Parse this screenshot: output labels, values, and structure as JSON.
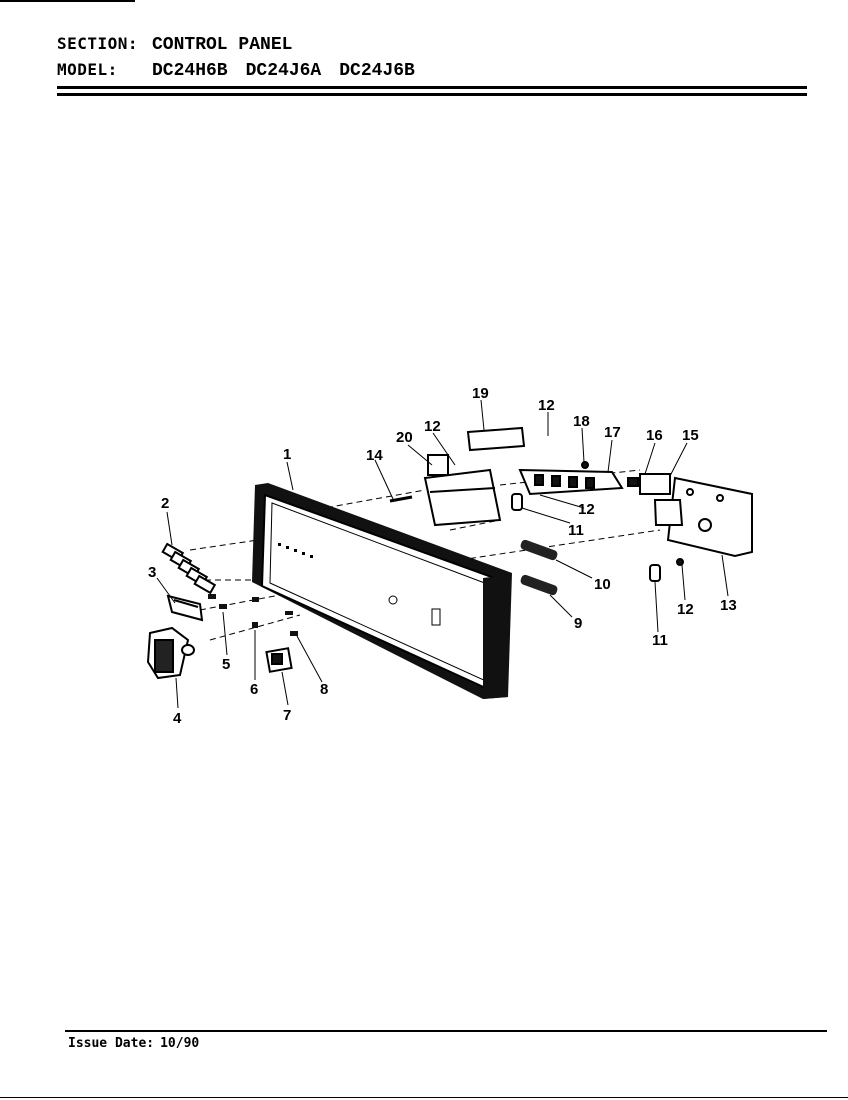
{
  "header": {
    "section_label": "SECTION:",
    "section_value": "CONTROL PANEL",
    "model_label": "MODEL:",
    "models": [
      "DC24H6B",
      "DC24J6A",
      "DC24J6B"
    ]
  },
  "callouts": [
    "1",
    "2",
    "3",
    "4",
    "5",
    "6",
    "7",
    "8",
    "9",
    "10",
    "11",
    "12",
    "13",
    "14",
    "15",
    "16",
    "17",
    "18",
    "19",
    "20"
  ],
  "footer": {
    "issue_label": "Issue Date:",
    "issue_value": "10/90"
  }
}
